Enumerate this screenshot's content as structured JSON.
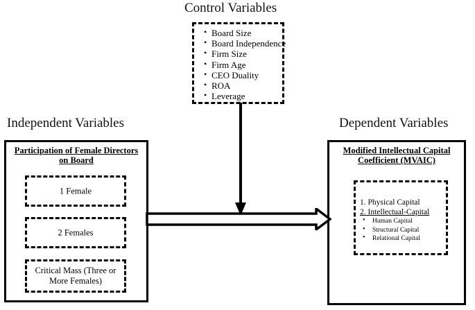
{
  "diagram": {
    "title_control": "Control Variables",
    "title_independent": "Independent Variables",
    "title_dependent": "Dependent Variables",
    "accent_color": "#000000",
    "background_color": "#ffffff"
  },
  "control": {
    "title": "Control Variables",
    "items": [
      "Board Size",
      "Board Independence",
      "Firm Size",
      "Firm Age",
      "CEO Duality",
      "ROA",
      "Leverage"
    ]
  },
  "independent": {
    "title": "Independent Variables",
    "header": "Participation of Female Directors on Board",
    "boxes": [
      "1 Female",
      "2 Females",
      "Critical Mass (Three or More Females)"
    ]
  },
  "dependent": {
    "title": "Dependent Variables",
    "header": "Modified Intellectual Capital Coefficient (MVAIC)",
    "components": [
      "1. Physical Capital",
      "2. Intellectual-Capital",
      "Human Capital",
      "Structural Capital",
      "Relational Capital"
    ]
  },
  "arrows": {
    "control_to_relation": "control-variables-moderating-arrow",
    "independent_to_dependent": "independent-to-dependent-block-arrow"
  }
}
